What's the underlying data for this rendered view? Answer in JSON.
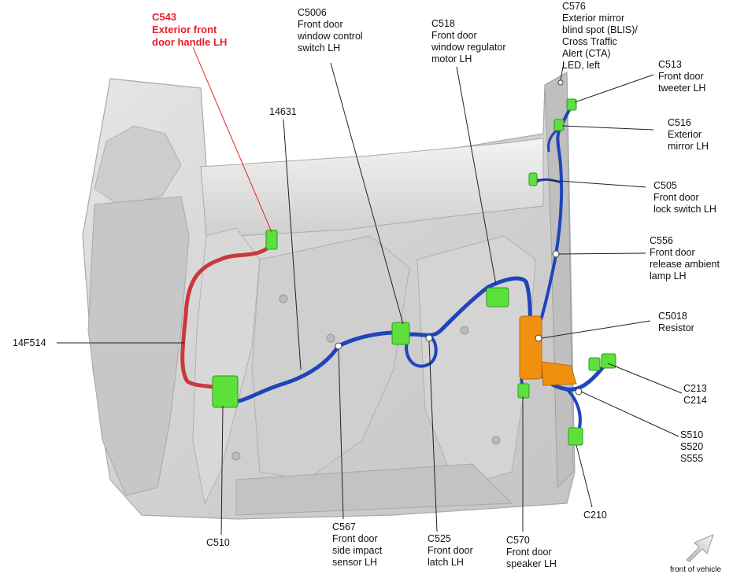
{
  "colors": {
    "highlight": "#e8202a",
    "harness": "#1f45b8",
    "harness_highlight": "#c83a3a",
    "connector": "#5ee03c",
    "resistor": "#f0900e",
    "door_panel": "#dcdcdc"
  },
  "labels": {
    "c543": [
      "C543",
      "Exterior front",
      "door handle LH"
    ],
    "c5006": [
      "C5006",
      "Front door",
      "window control",
      "switch LH"
    ],
    "c518": [
      "C518",
      "Front door",
      "window regulator",
      "motor LH"
    ],
    "c576": [
      "C576",
      "Exterior mirror",
      "blind spot (BLIS)/",
      "Cross Traffic",
      "Alert (CTA)",
      "LED, left"
    ],
    "c513": [
      "C513",
      "Front door",
      "tweeter LH"
    ],
    "c516": [
      "C516",
      "Exterior",
      "mirror LH"
    ],
    "c505": [
      "C505",
      "Front door",
      "lock switch LH"
    ],
    "c556": [
      "C556",
      "Front door",
      "release ambient",
      "lamp LH"
    ],
    "c5018": [
      "C5018",
      "Resistor"
    ],
    "c213": [
      "C213",
      "C214"
    ],
    "s510": [
      "S510",
      "S520",
      "S555"
    ],
    "c210": [
      "C210"
    ],
    "c570": [
      "C570",
      "Front door",
      "speaker LH"
    ],
    "c525": [
      "C525",
      "Front door",
      "latch LH"
    ],
    "c567": [
      "C567",
      "Front door",
      "side impact",
      "sensor LH"
    ],
    "c510": [
      "C510"
    ],
    "n14631": [
      "14631"
    ],
    "n14f514": [
      "14F514"
    ],
    "front_of_vehicle": [
      "front of vehicle"
    ]
  },
  "icons": {
    "direction_arrow": "front-of-vehicle-arrow-icon"
  }
}
